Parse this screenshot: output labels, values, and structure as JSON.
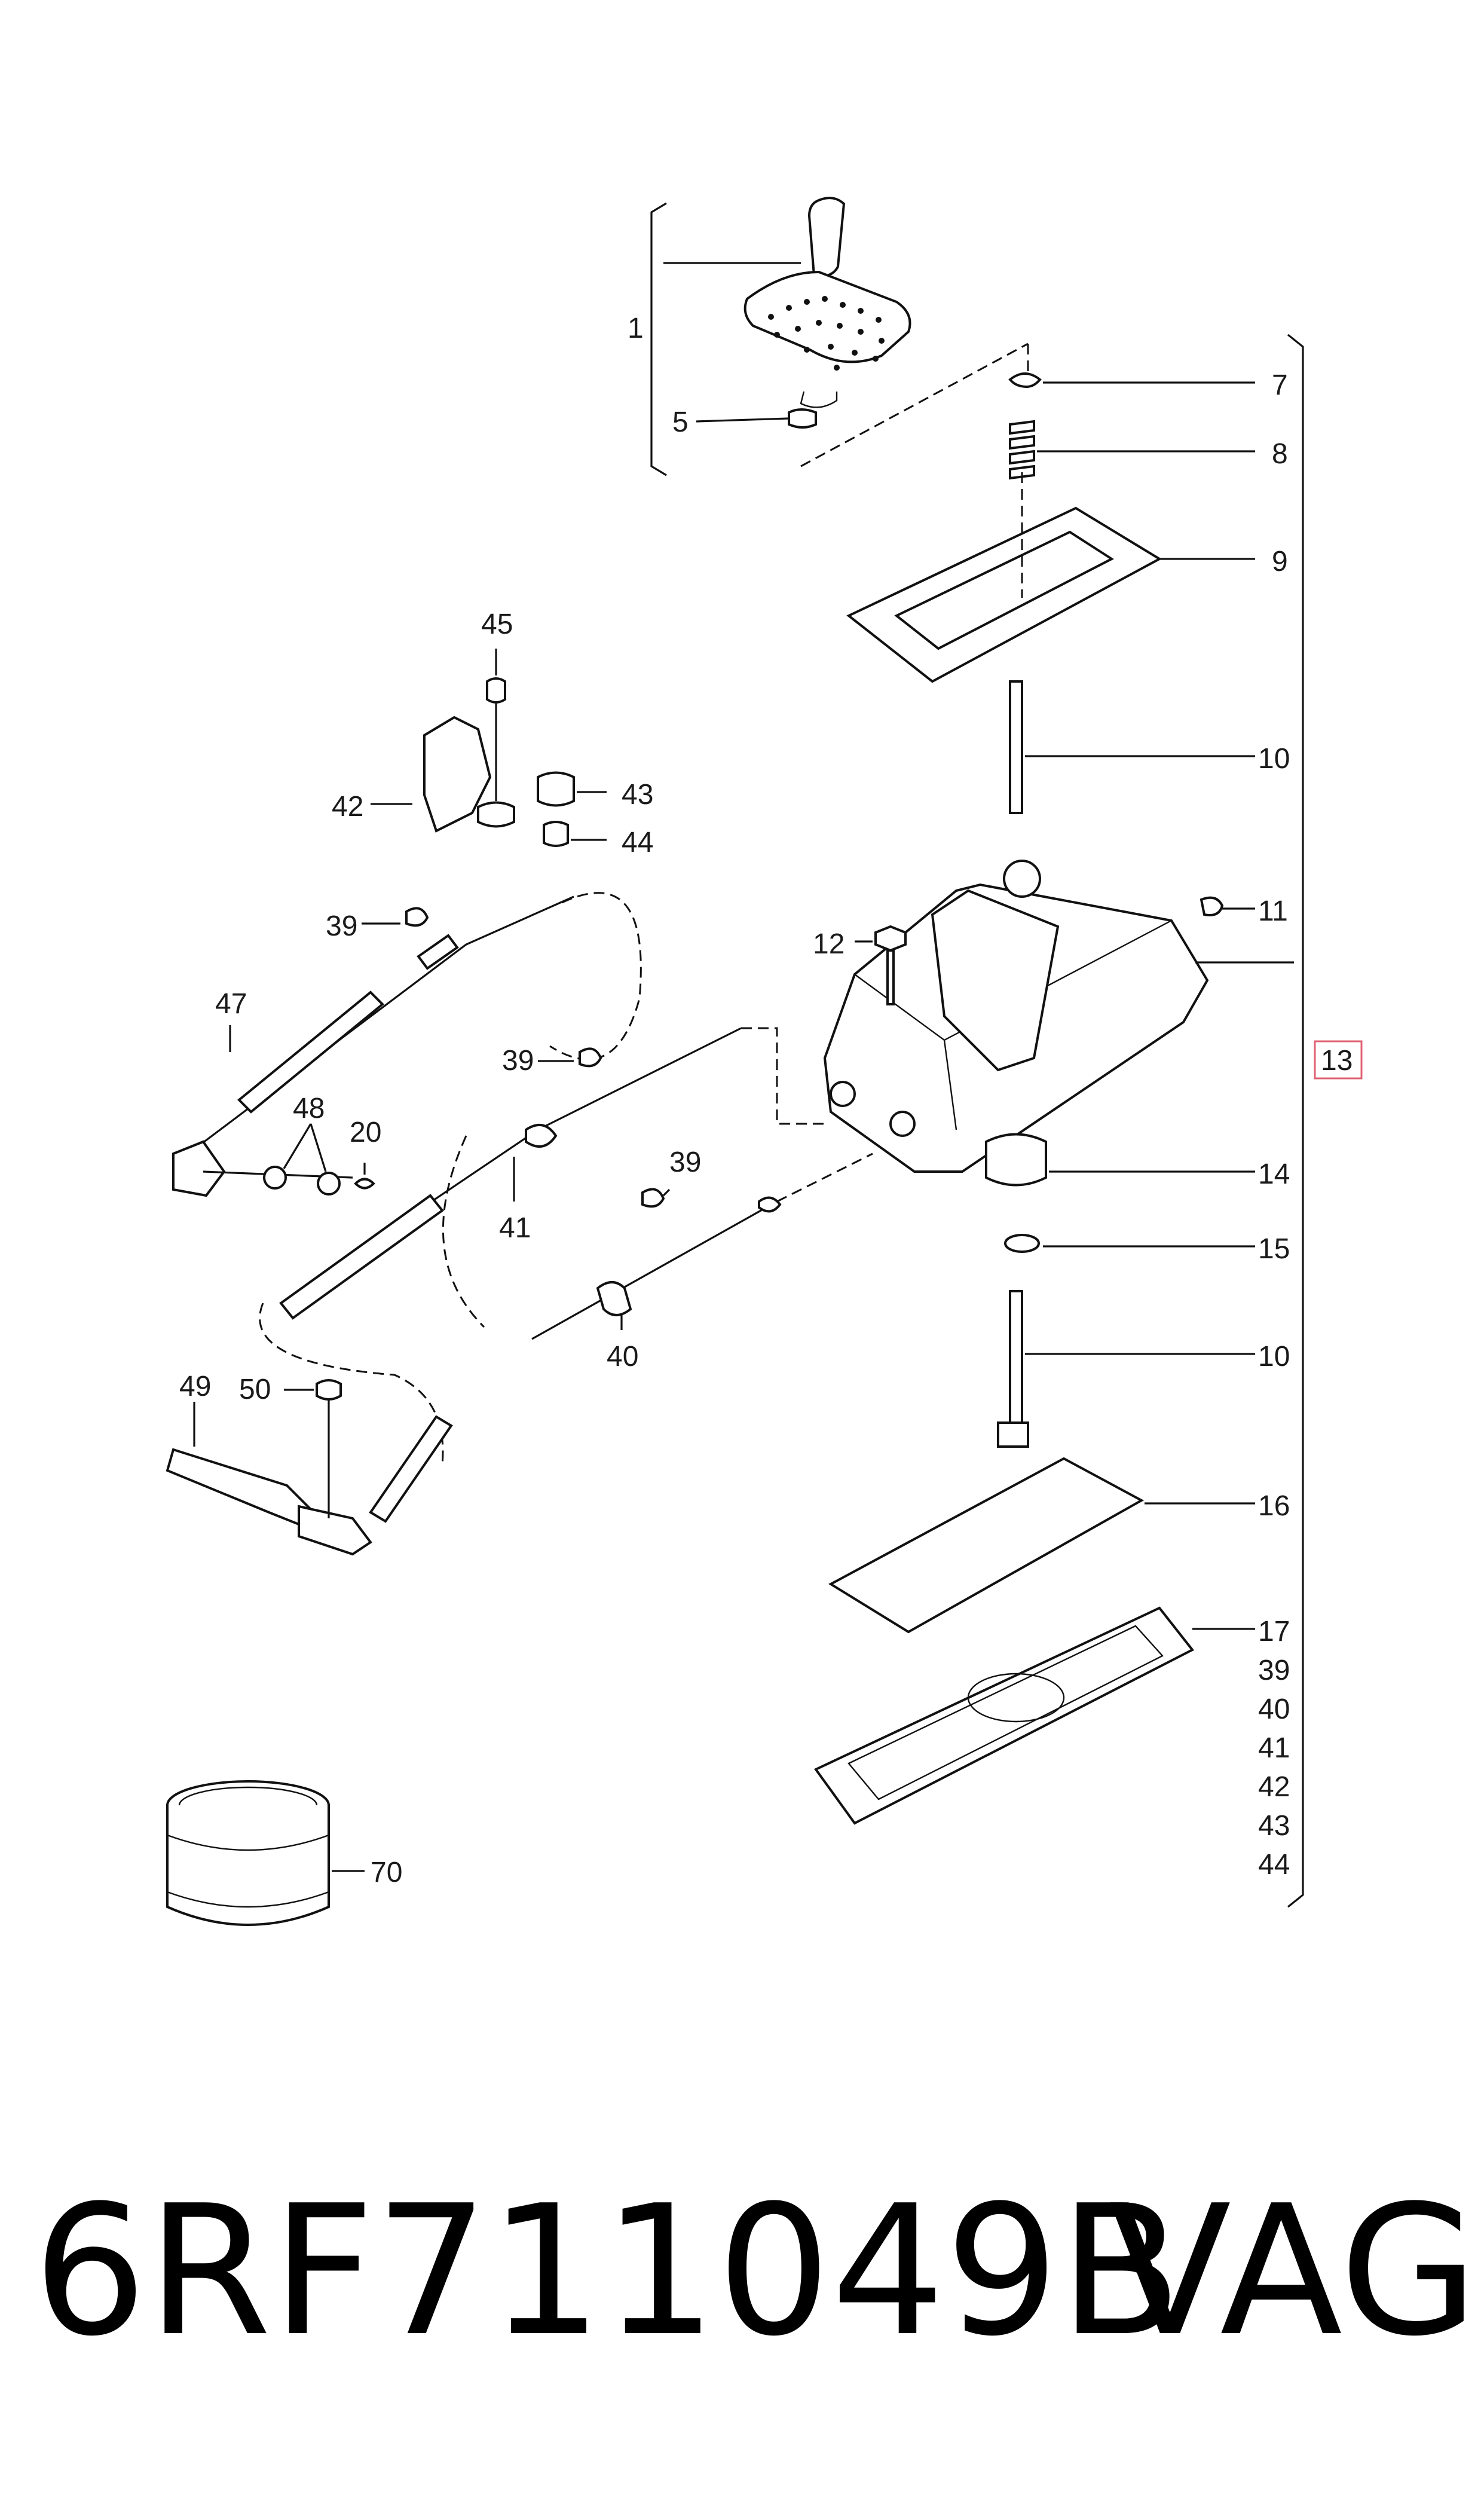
{
  "diagram": {
    "callouts": {
      "c1": "1",
      "c5": "5",
      "c7": "7",
      "c8": "8",
      "c9": "9",
      "c10a": "10",
      "c10b": "10",
      "c11": "11",
      "c12": "12",
      "c13": "13",
      "c14": "14",
      "c15": "15",
      "c16": "16",
      "c17": "17",
      "c39a": "39",
      "c39b": "39",
      "c39c": "39",
      "c40": "40",
      "c41": "41",
      "c42": "42",
      "c43": "43",
      "c44": "44",
      "c45": "45",
      "c47": "47",
      "c48": "48",
      "c49": "49",
      "c50": "50",
      "c20": "20",
      "c70": "70"
    },
    "set_list": [
      "39",
      "40",
      "41",
      "42",
      "43",
      "44"
    ],
    "highlight_color": "#e06070"
  },
  "footer": {
    "part_number": "6RF711049B",
    "brand": "VAG"
  }
}
